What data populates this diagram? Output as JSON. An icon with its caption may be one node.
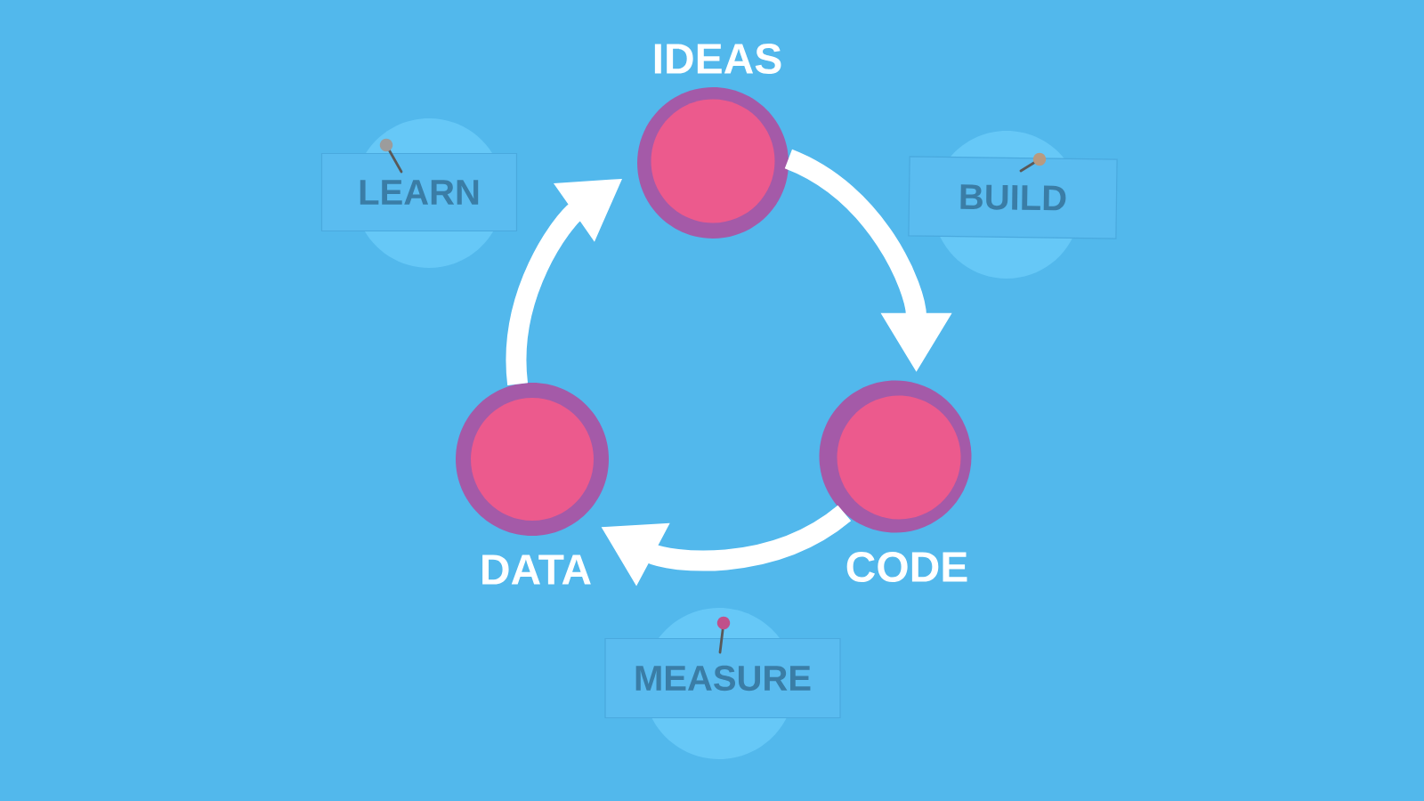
{
  "diagram": {
    "nodes": [
      {
        "text": [
          "IDEAS"
        ]
      },
      {
        "text": [
          "LEARN"
        ]
      },
      {
        "text": [
          "BUILD"
        ]
      },
      {
        "text": [
          "DATA"
        ]
      },
      {
        "text": [
          "CODE"
        ]
      },
      {
        "text": [
          "MEASURE"
        ]
      }
    ],
    "edges": [
      {
        "from": 0,
        "to": 4,
        "arrow": "to"
      },
      {
        "from": 4,
        "to": 3,
        "arrow": "to"
      },
      {
        "from": 3,
        "to": 0,
        "arrow": "to"
      }
    ]
  }
}
